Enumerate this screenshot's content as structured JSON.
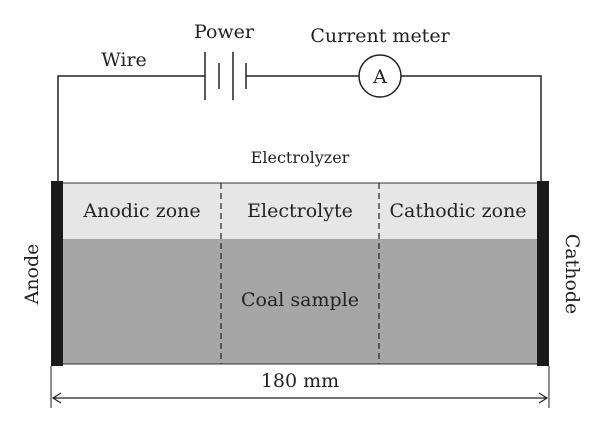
{
  "labels": {
    "power": "Power",
    "current_meter": "Current meter",
    "wire": "Wire",
    "ammeter_symbol": "A",
    "electrolyzer": "Electrolyzer",
    "anodic_zone": "Anodic zone",
    "electrolyte": "Electrolyte",
    "cathodic_zone": "Cathodic zone",
    "coal_sample": "Coal sample",
    "anode": "Anode",
    "cathode": "Cathode",
    "dimension": "180 mm"
  },
  "colors": {
    "electrolyte_fill": "#e6e6e6",
    "coal_fill": "#a6a6a6",
    "electrode": "#1a1a1a",
    "line": "#222222"
  }
}
